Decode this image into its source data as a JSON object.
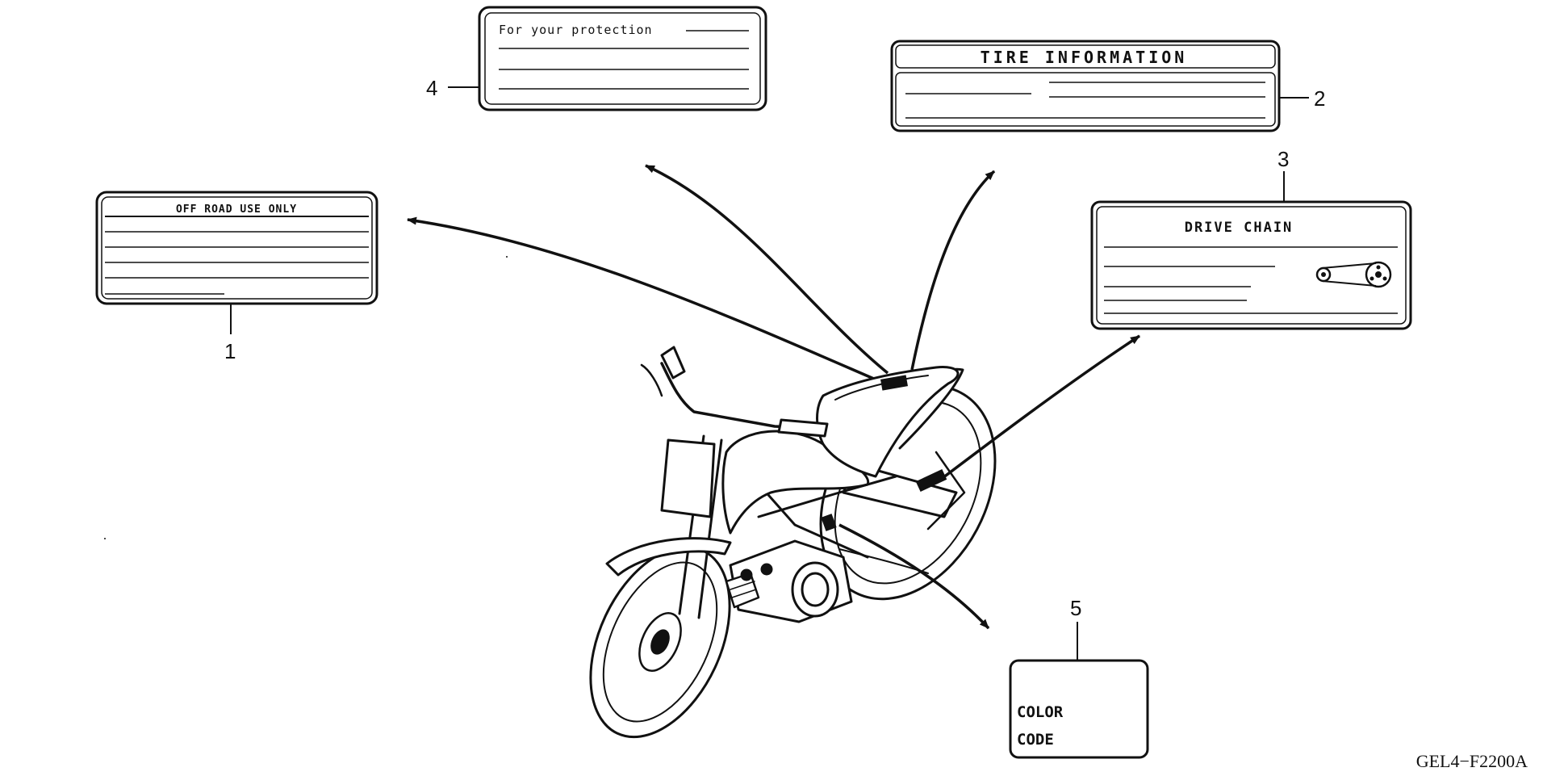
{
  "labels": [
    {
      "number": "1",
      "text": "OFF ROAD USE ONLY"
    },
    {
      "number": "2",
      "text": "TIRE INFORMATION"
    },
    {
      "number": "3",
      "text": "DRIVE CHAIN"
    },
    {
      "number": "4",
      "text": "For your protection"
    },
    {
      "number": "5",
      "lines": [
        "COLOR",
        "CODE"
      ]
    }
  ],
  "diagram_code": "GEL4−F2200A",
  "colors": {
    "ink": "#111111",
    "background": "#ffffff"
  }
}
